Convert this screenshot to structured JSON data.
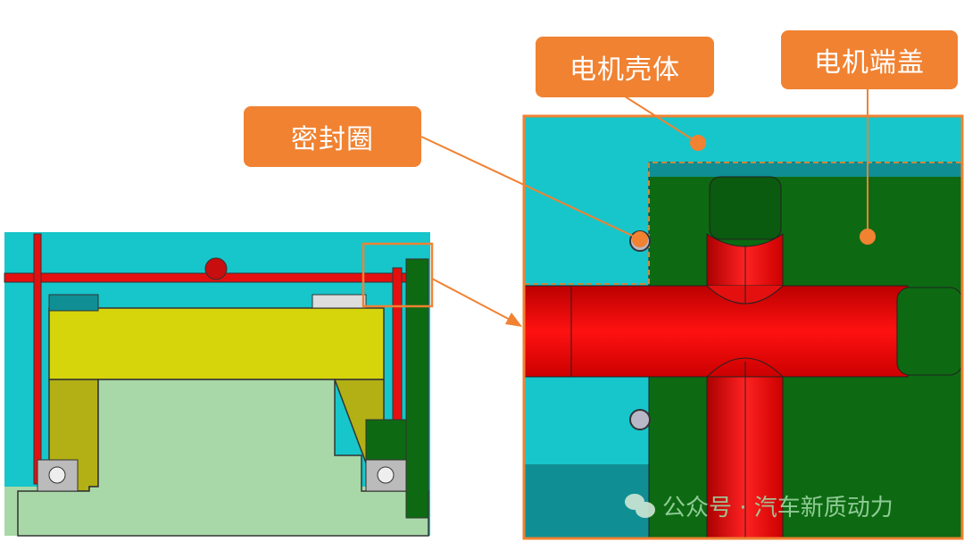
{
  "labels": {
    "housing": "电机壳体",
    "end_cover": "电机端盖",
    "seal_ring": "密封圈"
  },
  "watermark": "公众号 · 汽车新质动力",
  "colors": {
    "callout": "#f08232",
    "coolant_cyan": "#16c6cb",
    "housing_green": "#0d6a12",
    "shaft_red": "#e41010",
    "rotor_yellow": "#d6d40a",
    "stator_light_green": "#a8d8a8"
  }
}
